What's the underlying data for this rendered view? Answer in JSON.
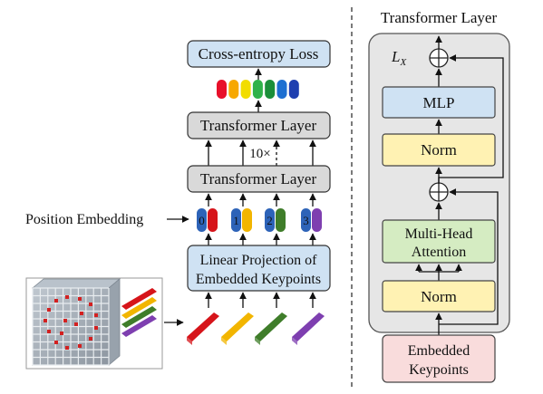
{
  "left": {
    "loss_label": "Cross-entropy Loss",
    "top_layer_label": "Transformer Layer",
    "repeat_label": "10×",
    "bottom_layer_label": "Transformer Layer",
    "position_embedding_label": "Position Embedding",
    "projection_line1": "Linear Projection of",
    "projection_line2": "Embedded Keypoints",
    "positions": [
      {
        "index": "0",
        "color": "#d6141a"
      },
      {
        "index": "1",
        "color": "#f2b500"
      },
      {
        "index": "2",
        "color": "#3f7d2a"
      },
      {
        "index": "3",
        "color": "#7e3fb0"
      }
    ],
    "output_token_colors": [
      "#e8102a",
      "#f7a800",
      "#f2dd00",
      "#2fb24a",
      "#1b8f3a",
      "#1d6fd1",
      "#1f3fb0"
    ]
  },
  "right": {
    "title": "Transformer Layer",
    "lx_label": "L",
    "lx_sub": "X",
    "mlp_label": "MLP",
    "norm_top_label": "Norm",
    "attention_line1": "Multi-Head",
    "attention_line2": "Attention",
    "norm_bottom_label": "Norm",
    "input_line1": "Embedded",
    "input_line2": "Keypoints"
  },
  "colors": {
    "box_blue": "#cfe2f3",
    "box_gray": "#d9d9d9",
    "box_yellow": "#fff2b3",
    "box_green": "#d5ecc2",
    "box_pink": "#f9dcdc",
    "panel_gray": "#e6e6e6"
  }
}
